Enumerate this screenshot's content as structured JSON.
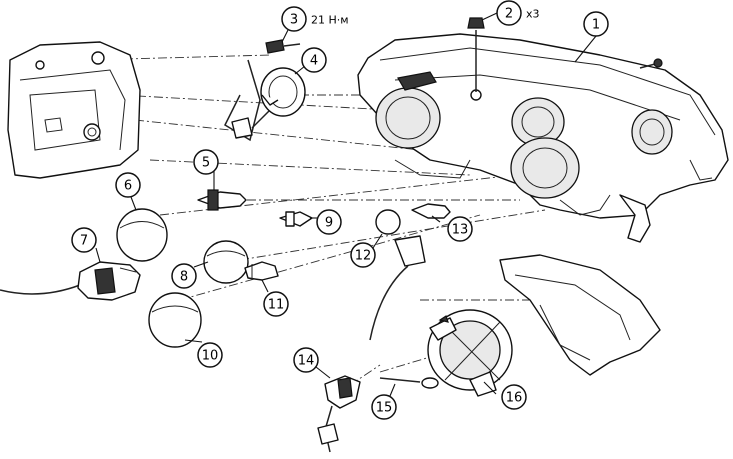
{
  "callouts": [
    {
      "id": "1",
      "label": "1"
    },
    {
      "id": "2",
      "label": "2",
      "note": "x3"
    },
    {
      "id": "3",
      "label": "3",
      "note": "21 Н·м"
    },
    {
      "id": "4",
      "label": "4"
    },
    {
      "id": "5",
      "label": "5"
    },
    {
      "id": "6",
      "label": "6"
    },
    {
      "id": "7",
      "label": "7"
    },
    {
      "id": "8",
      "label": "8"
    },
    {
      "id": "9",
      "label": "9"
    },
    {
      "id": "10",
      "label": "10"
    },
    {
      "id": "11",
      "label": "11"
    },
    {
      "id": "12",
      "label": "12"
    },
    {
      "id": "13",
      "label": "13"
    },
    {
      "id": "14",
      "label": "14"
    },
    {
      "id": "15",
      "label": "15"
    },
    {
      "id": "16",
      "label": "16"
    }
  ]
}
